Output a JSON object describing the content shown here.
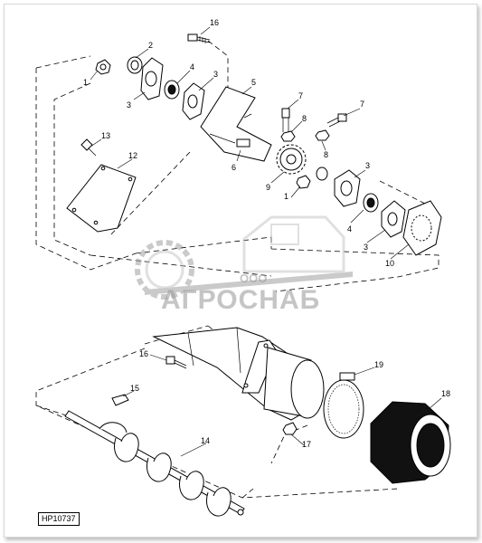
{
  "figure_code": "HP10737",
  "watermark": {
    "prefix": "ООО",
    "brand": "АГРОСНАБ"
  },
  "callouts": {
    "c1": "16",
    "c2": "2",
    "c3": "1",
    "c4": "4",
    "c5": "3",
    "c6": "3",
    "c7": "5",
    "c8": "7",
    "c9": "7",
    "c10": "8",
    "c11": "8",
    "c12": "13",
    "c13": "12",
    "c14": "6",
    "c15": "9",
    "c16": "1",
    "c17": "3",
    "c18": "4",
    "c19": "3",
    "c20": "10",
    "c21": "16",
    "c22": "19",
    "c23": "15",
    "c24": "18",
    "c25": "17",
    "c26": "14"
  },
  "colors": {
    "ink": "#000000",
    "watermark": "#a0a0a0",
    "watermark_accent": "#c8c8c8"
  }
}
